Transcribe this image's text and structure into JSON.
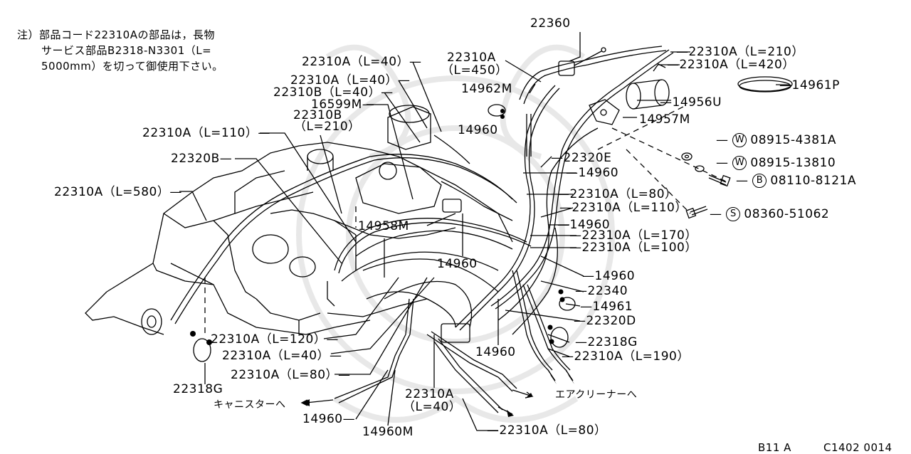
{
  "note": {
    "lines": [
      "注）部品コード22310Aの部品は，長物",
      "サービス部品B2318-N3301（L=",
      "5000mm）を切って御使用下さい。"
    ]
  },
  "labels": {
    "p22360": "22360",
    "p22310A_450_a": "22310A",
    "p22310A_450_b": "（L=450）",
    "p22310A_210": "—22310A（L=210）",
    "p22310A_420": "—22310A（L=420）",
    "p14961P": "—14961P",
    "p14962M": "14962M",
    "p14956U": "—14956U",
    "p14957M": "14957M",
    "p22310A_40_a": "22310A（L=40）—",
    "p22310A_40_b": "22310A（L=40）—",
    "p22310B_40": "22310B（L=40）—",
    "p16599M": "16599M—",
    "p22310B_210_a": "22310B",
    "p22310B_210_b": "（L=210）",
    "p22310A_110_left": "22310A（L=110）—",
    "p14960_a": "14960",
    "p22320B": "22320B—",
    "p22310A_580": "22310A（L=580）—",
    "p22320E": "—22320E",
    "p14960_b": "—14960",
    "p22310A_80_a": "—22310A（L=80）",
    "p22310A_110_right": "—22310A（L=110）",
    "p14960_c": "—14960",
    "p22310A_170": "—22310A（L=170）",
    "p22310A_100": "—22310A（L=100）",
    "p14958M": "14958M",
    "p14960_d": "14960",
    "p14960_e": "—14960",
    "p22340": "—22340",
    "p14961": "—14961",
    "p22320D": "—22320D",
    "p22318G_right": "—22318G",
    "p22310A_190": "—22310A（L=190）",
    "p14960_f": "14960",
    "p22310A_120": "22310A（L=120）—",
    "p22310A_40_c": "22310A（L=40）—",
    "p22310A_80_b": "22310A（L=80）—",
    "p22318G_left": "22318G",
    "p22310A_40_d_a": "22310A",
    "p22310A_40_d_b": "（L=40）",
    "canister": "キャニスターへ",
    "aircleaner": "エアクリーナーへ",
    "p14960_g": "14960—",
    "p14960M": "14960M",
    "p22310A_80_c": "—22310A（L=80）"
  },
  "fasteners": [
    {
      "symbol": "W",
      "part": "08915-4381A"
    },
    {
      "symbol": "W",
      "part": "08915-13810"
    },
    {
      "symbol": "B",
      "part": "08110-8121A"
    },
    {
      "symbol": "S",
      "part": "08360-51062"
    }
  ],
  "footer": {
    "model": "B11 A",
    "code": "C1402 0014"
  }
}
